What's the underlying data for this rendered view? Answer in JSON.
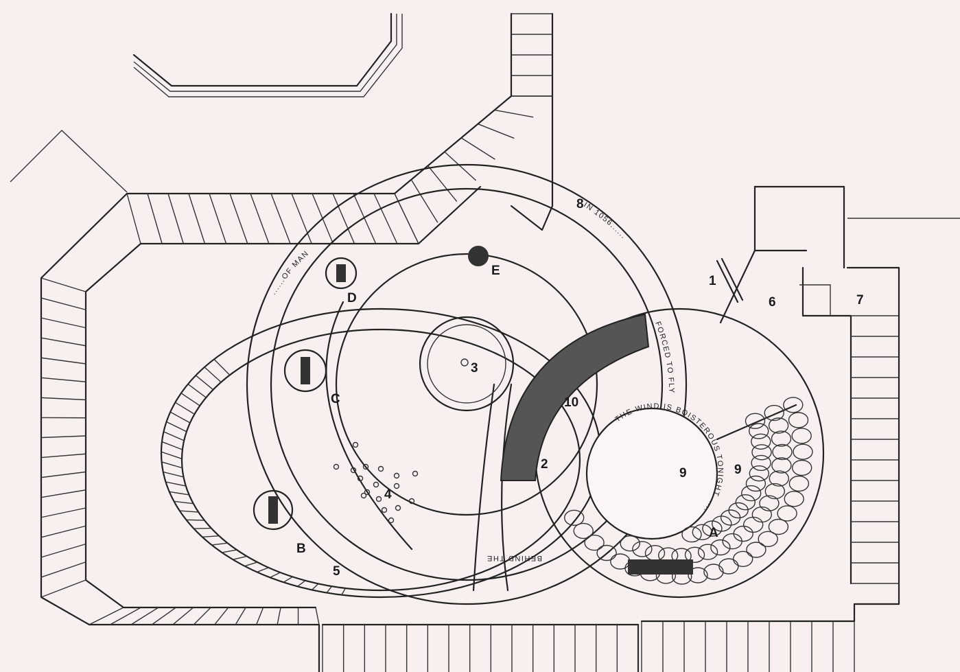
{
  "diagram": {
    "type": "landscape garden site plan (hand-drawn)",
    "colors": {
      "ink": "#1f1f1f",
      "paper": "#f8efef"
    },
    "numbered_labels": [
      "1",
      "2",
      "3",
      "4",
      "5",
      "6",
      "7",
      "8",
      "9",
      "9",
      "10"
    ],
    "lettered_labels": [
      "A",
      "B",
      "C",
      "D",
      "E"
    ],
    "inscriptions": {
      "arc_top": "IN 1056......",
      "arc_right": "FORCED TO FLY",
      "arc_left": "......OF MAN",
      "circle_nine": "THE WIND IS BOISTEROUS TONIGHT......",
      "arc_bottom": "BEHIND THE"
    }
  }
}
